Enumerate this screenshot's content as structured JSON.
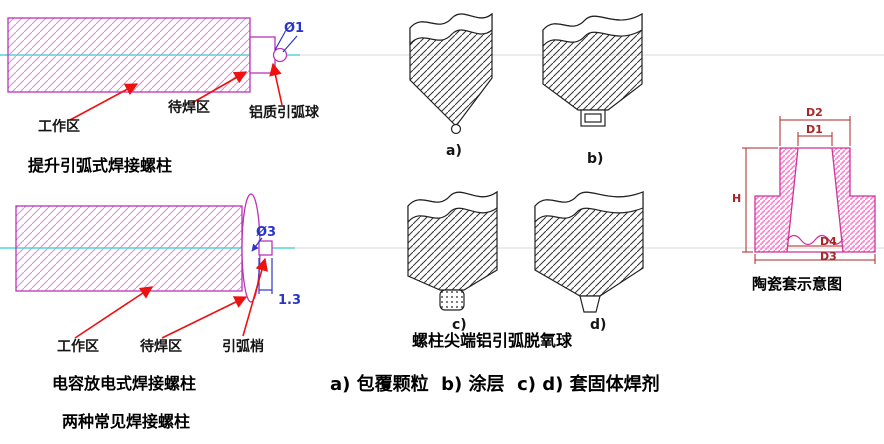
{
  "left": {
    "lift_stud": {
      "work_area": "工作区",
      "weld_area": "待焊区",
      "arc_ball": "铝质引弧球",
      "dim_diameter": "Ø1",
      "caption": "提升引弧式焊接螺柱"
    },
    "cd_stud": {
      "work_area": "工作区",
      "weld_area": "待焊区",
      "arc_tip": "引弧梢",
      "dim_diameter": "Ø3",
      "dim_length": "1.3",
      "caption": "电容放电式焊接螺柱"
    },
    "footer": "两种常见焊接螺柱"
  },
  "middle": {
    "label_a": "a)",
    "label_b": "b)",
    "label_c": "c)",
    "label_d": "d)",
    "caption": "螺柱尖端铝引弧脱氧球",
    "legend": "a) 包覆颗粒  b) 涂层  c) d) 套固体焊剂"
  },
  "right": {
    "dim_d2": "D2",
    "dim_d1": "D1",
    "dim_h": "H",
    "dim_d4": "D4",
    "dim_d3": "D3",
    "caption": "陶瓷套示意图"
  },
  "colors": {
    "outline_magenta": "#bb33bb",
    "stud_hatch": "#d98ad9",
    "centerline_cyan": "#33cccc",
    "arrow_red": "#ee1111",
    "dimension_blue": "#2a35c8",
    "dim_text_dark_red": "#a82525",
    "ferrule_hatch_pink": "#ff80d0",
    "drawing_black": "#222222"
  }
}
